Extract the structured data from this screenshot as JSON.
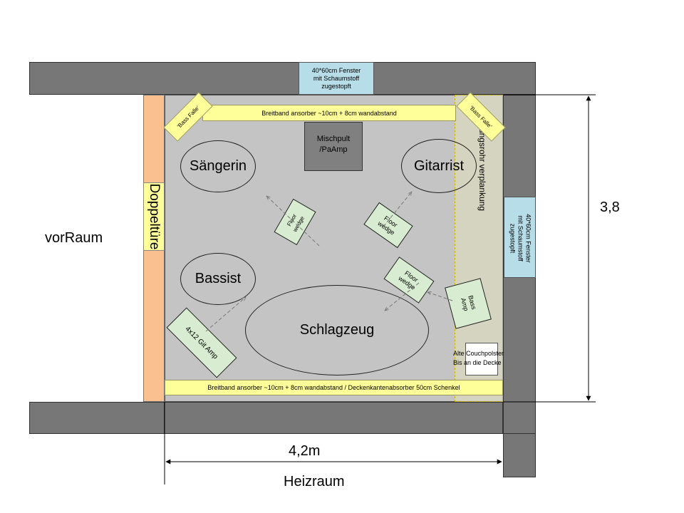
{
  "labels": {
    "vorraum": "vorRaum",
    "heizraum": "Heizraum",
    "doppeltuere": "Doppeltüre",
    "width": "4,2m",
    "height": "3,8",
    "heizungsrohr": "Heizungsrohr verplankung"
  },
  "windows": {
    "top": "40*60cm Fenster\nmit Schaumstoff\nzugestopft",
    "right": "40*60cm Fenster\nmit Schaumstoff\nzugestopft"
  },
  "absorbers": {
    "top": "Breitband ansorber ~10cm + 8cm wandabstand",
    "bottom": "Breitband ansorber ~10cm + 8cm wandabstand / Deckenkantenabsorber 50cm Schenkel",
    "bass_left": "'Bass Falle'",
    "bass_right": "'Bass Falle'"
  },
  "equipment": {
    "mischpult": "Mischpult\n/PaAmp",
    "floor_wedge_1": "Floor\nwedge",
    "floor_wedge_2": "Floor\nwedge",
    "floor_wedge_3": "Floor\nwedge",
    "bass_amp": "Bass\nAmp",
    "guitar_amp": "4x12 Git Amp",
    "couch": "Alte Couchpolster\nBis an die Decke"
  },
  "musicians": {
    "saengerin": "Sängerin",
    "gitarrist": "Gitarrist",
    "bassist": "Bassist",
    "schlagzeug": "Schlagzeug"
  },
  "colors": {
    "wall": "#777777",
    "floor": "#c4c4c4",
    "door": "#fac090",
    "absorber": "#ffff99",
    "equipment": "#d7ecd0",
    "window": "#b7dde8"
  }
}
